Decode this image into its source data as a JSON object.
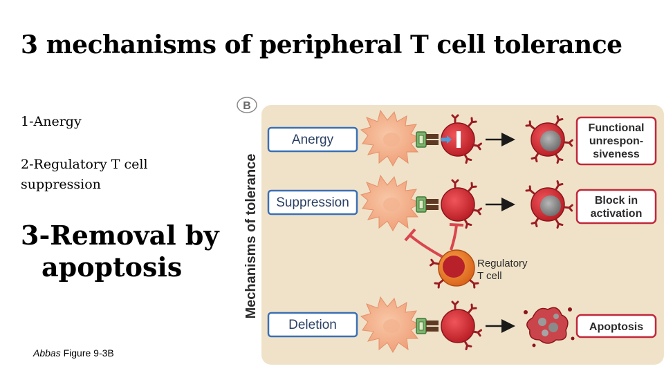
{
  "slide": {
    "title": "3 mechanisms of peripheral T cell tolerance",
    "bullets": {
      "b1": "1-Anergy",
      "b2_line1": "2-Regulatory T cell",
      "b2_line2": "suppression",
      "b3_line1": "3-Removal by",
      "b3_line2": "apoptosis"
    },
    "credit": {
      "author": "Abbas",
      "rest": " Figure 9-3B"
    }
  },
  "figure": {
    "panel_letter": "B",
    "side_label": "Mechanisms of tolerance",
    "rows": [
      {
        "mechanism": "Anergy",
        "outcome_line1": "Functional",
        "outcome_line2": "unrespon-",
        "outcome_line3": "siveness"
      },
      {
        "mechanism": "Suppression",
        "outcome_line1": "Block in",
        "outcome_line2": "activation"
      },
      {
        "mechanism": "Deletion",
        "outcome_line1": "Apoptosis"
      }
    ],
    "treg_label_line1": "Regulatory",
    "treg_label_line2": "T cell",
    "colors": {
      "panel_bg": "#efe2c8",
      "label_box_border": "#3b6fb5",
      "outcome_border": "#c0283a",
      "apc_cell": "#f3b08a",
      "t_cell": "#d92b32",
      "treg_cell": "#ec7b25",
      "inactive_core": "#8c8c8c",
      "mhc": "#5ea05e"
    },
    "icons": [
      "apc-cell-icon",
      "t-cell-icon",
      "treg-cell-icon",
      "apoptotic-cell-icon",
      "arrow-icon",
      "inhibition-icon"
    ]
  }
}
